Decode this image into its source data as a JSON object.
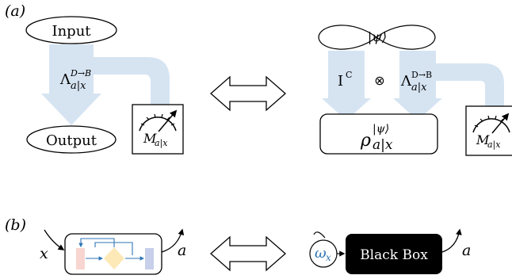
{
  "panel_a": {
    "label": "(a)",
    "input_label": "Input",
    "output_label": "Output",
    "channel_symbol": "Λ",
    "channel_superscript": "D→B",
    "channel_subscript": "a|x",
    "meter_symbol": "M",
    "meter_subscript": "a|x",
    "state_label": "|ψ⟩",
    "identity_symbol": "I",
    "identity_superscript": "C",
    "tensor_symbol": "⊗",
    "rho_symbol": "ρ",
    "rho_superscript": "|ψ⟩",
    "rho_subscript": "a|x"
  },
  "panel_b": {
    "label": "(b)",
    "input_label": "x",
    "output_label_left": "a",
    "output_label_right": "a",
    "omega_symbol": "ω",
    "omega_subscript": "x",
    "black_box_label": "Black Box"
  },
  "colors": {
    "light_blue_arrow": "#d6e4f2",
    "omega_blue": "#2e74b5",
    "flow_blue": "#2e74b5",
    "pink_block": "#f8d5d0",
    "diamond_yellow": "#fde9b8",
    "lavender_block": "#c7cfea",
    "black_box": "#000000"
  }
}
